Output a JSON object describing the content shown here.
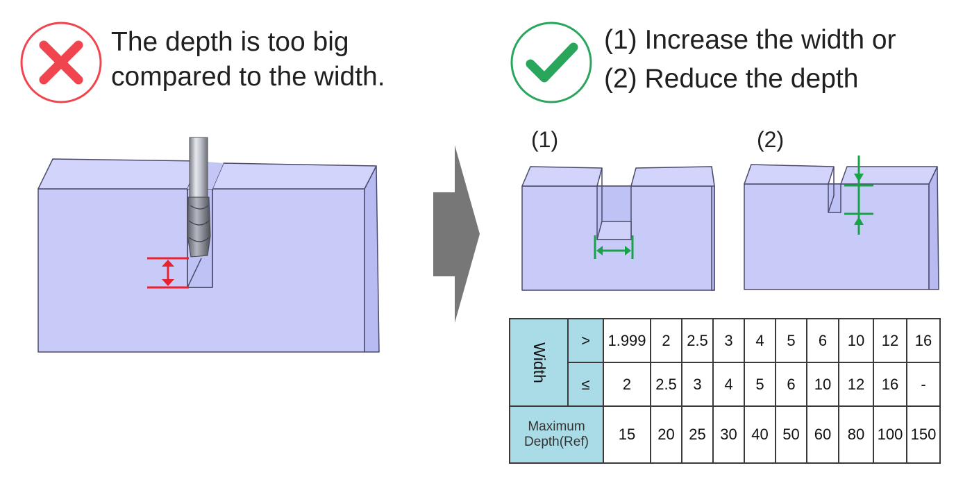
{
  "bad": {
    "icon": "x-cross-icon",
    "line1": "The depth is too big",
    "line2": "compared to the width."
  },
  "good": {
    "icon": "checkmark-icon",
    "line1": "(1) Increase the width or",
    "line2": "(2) Reduce the depth"
  },
  "option1_label": "(1)",
  "option2_label": "(2)",
  "table": {
    "width_label": "Width",
    "gt_symbol": ">",
    "le_symbol": "≤",
    "depth_label_line1": "Maximum",
    "depth_label_line2": "Depth(Ref)",
    "greater_than": [
      "1.999",
      "2",
      "2.5",
      "3",
      "4",
      "5",
      "6",
      "10",
      "12",
      "16"
    ],
    "less_or_equal": [
      "2",
      "2.5",
      "3",
      "4",
      "5",
      "6",
      "10",
      "12",
      "16",
      "-"
    ],
    "max_depth": [
      "15",
      "20",
      "25",
      "30",
      "40",
      "50",
      "60",
      "80",
      "100",
      "150"
    ]
  },
  "colors": {
    "bad": "#f0454f",
    "good": "#2aa55c",
    "block_fill": "#c8caf8",
    "block_edge": "#4a4a6a",
    "arrow": "#777777",
    "header_fill": "#a9dce6",
    "dim_red": "#e8232f",
    "dim_green": "#1aa24a"
  }
}
